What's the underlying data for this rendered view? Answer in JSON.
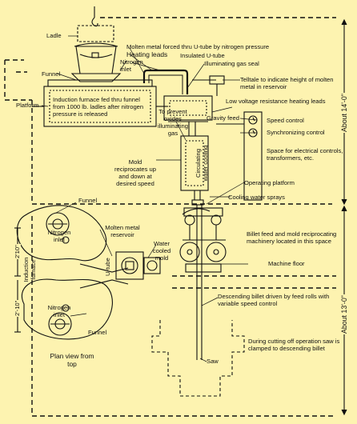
{
  "labels": {
    "ladle": "Ladle",
    "molten_metal_forced": "Molten metal forced thru U-tube by nitrogen pressure",
    "heating_leads_top": "Heating leads",
    "insulated_u_tube": "Insulated U-tube",
    "illuminating_gas_seal": "Illuminating gas seal",
    "nitrogen_inlet_top": "Nitrogen inlet",
    "funnel_top": "Funnel",
    "telltale": "Telltale to indicate height of molten metal in reservoir",
    "platform": "Platform",
    "induction_furnace_note": "Induction furnace fed thru funnel from 1000 lb. ladles after nitrogen pressure is released",
    "low_voltage": "Low voltage resistance heating leads",
    "prevent_oxides": "To prevent oxides illuminating gas",
    "gravity_feed": "Gravity feed",
    "speed_control": "Speed control",
    "synchronizing_control": "Synchronizing control",
    "circulating_water": "Circulating water cooling",
    "space_electrical": "Space for electrical controls, transformers, etc.",
    "mold_reciprocates": "Mold reciprocates up and down at desired speed",
    "operating_platform": "Operating platform",
    "cooling_water_sprays": "Cooling water sprays",
    "funnel_plan_top": "Funnel",
    "molten_metal_reservoir": "Molten metal reservoir",
    "nitrogen_inlet_plan1": "Nitrogen inlet",
    "water_cooled_mold": "Water cooled mold",
    "u_tube": "U-tube",
    "induction_furnace_plan": "Induction furnace",
    "nitrogen_inlet_plan2": "Nitrogen inlet",
    "funnel_plan_bottom": "Funnel",
    "plan_view": "Plan view from top",
    "billet_feed": "Billet feed and mold reciprocating machinery located in this space",
    "machine_floor": "Machine floor",
    "descending_billet": "Descending billet driven by feed rolls with variable speed control",
    "cutting_off": "During cutting off operation saw is clamped to descending billet",
    "saw": "Saw",
    "about_14": "About 14'-0\"",
    "about_13": "About 13'-0\"",
    "dim_2_10_top": "2'10\"",
    "dim_2_10_bottom": "2'-10\""
  }
}
